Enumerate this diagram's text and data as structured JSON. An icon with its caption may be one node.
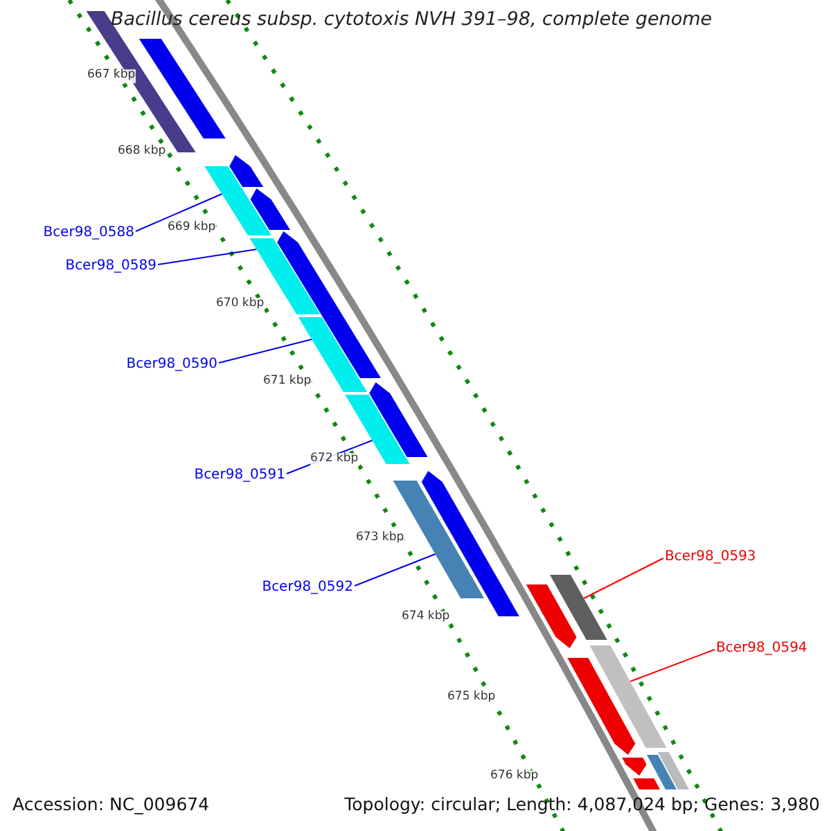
{
  "diagram": {
    "title": "Bacillus cereus subsp. cytotoxis NVH 391–98, complete genome",
    "nodes": [
      {
        "text": [
          "Bcer98_0588"
        ]
      },
      {
        "text": [
          "Bcer98_0589"
        ]
      },
      {
        "text": [
          "Bcer98_0590"
        ]
      },
      {
        "text": [
          "Bcer98_0591"
        ]
      },
      {
        "text": [
          "Bcer98_0592"
        ]
      },
      {
        "text": [
          "Bcer98_0593"
        ]
      },
      {
        "text": [
          "Bcer98_0594"
        ]
      },
      {
        "text": [],
        "shape": "bar"
      },
      {
        "text": [],
        "shape": "bar"
      },
      {
        "text": [],
        "shape": "bar"
      },
      {
        "text": [],
        "shape": "bar"
      },
      {
        "text": [],
        "shape": "bar"
      },
      {
        "text": [],
        "shape": "bar"
      },
      {
        "text": [],
        "shape": "bar"
      },
      {
        "text": [],
        "shape": "bar"
      },
      {
        "text": [],
        "shape": "bar"
      },
      {
        "text": [],
        "shape": "bar"
      },
      {
        "text": [],
        "shape": "bar"
      },
      {
        "text": [],
        "shape": "bar"
      },
      {
        "text": [],
        "shape": "bar"
      },
      {
        "text": [],
        "shape": "bar"
      },
      {
        "text": [],
        "shape": "bar"
      },
      {
        "text": [],
        "shape": "bar"
      },
      {
        "text": [],
        "shape": "bar"
      },
      {
        "text": [],
        "shape": "bar"
      },
      {
        "text": [],
        "shape": "bar"
      },
      {
        "text": [],
        "shape": "bar"
      }
    ],
    "edges": [
      {
        "from": 0,
        "to": 7,
        "arrow": "none"
      },
      {
        "from": 1,
        "to": 8,
        "arrow": "none"
      },
      {
        "from": 2,
        "to": 9,
        "arrow": "none"
      },
      {
        "from": 3,
        "to": 10,
        "arrow": "none"
      },
      {
        "from": 4,
        "to": 11,
        "arrow": "none"
      },
      {
        "from": 5,
        "to": 12,
        "arrow": "none",
        "color": "#ff0000"
      },
      {
        "from": 6,
        "to": 13,
        "arrow": "none",
        "color": "#ff0000"
      }
    ],
    "labels": [
      "667 kbp",
      "668 kbp",
      "669 kbp",
      "670 kbp",
      "671 kbp",
      "672 kbp",
      "673 kbp",
      "674 kbp",
      "675 kbp",
      "676 kbp",
      "Accession: NC_009674",
      "Topology: circular; Length: 4,087,024 bp; Genes: 3,980"
    ]
  }
}
